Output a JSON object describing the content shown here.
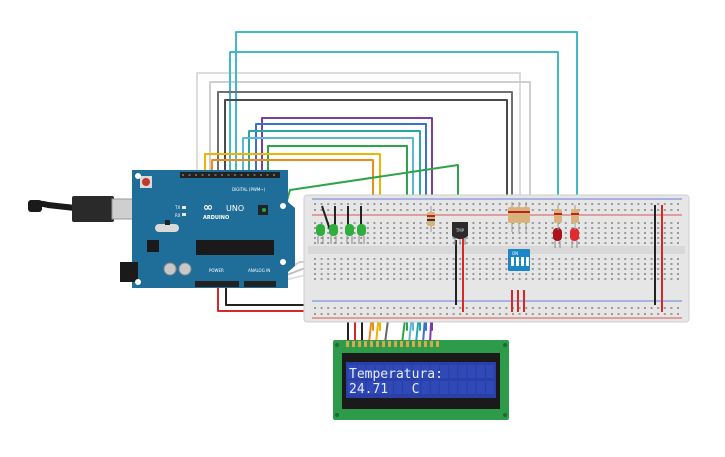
{
  "arduino": {
    "brand": "ARDUINO",
    "model": "UNO",
    "digital_label": "DIGITAL (PWM~)",
    "power_label": "POWER",
    "analog_label": "ANALOG IN",
    "tx_label": "TX",
    "rx_label": "RX"
  },
  "sensor": {
    "label": "TMP"
  },
  "dip_switch": {
    "label": "ON"
  },
  "lcd": {
    "line1": "Temperatura:",
    "line2": "24.71   C"
  },
  "colors": {
    "board": "#1f6d99",
    "breadboard": "#e6e6e6",
    "lcd_pcb": "#2e9b4a",
    "lcd_screen": "#2a3fa8",
    "lcd_text": "#e8ecff",
    "led_green": "#2fae3e",
    "led_red": "#d2232a",
    "dip": "#1a86c8"
  }
}
